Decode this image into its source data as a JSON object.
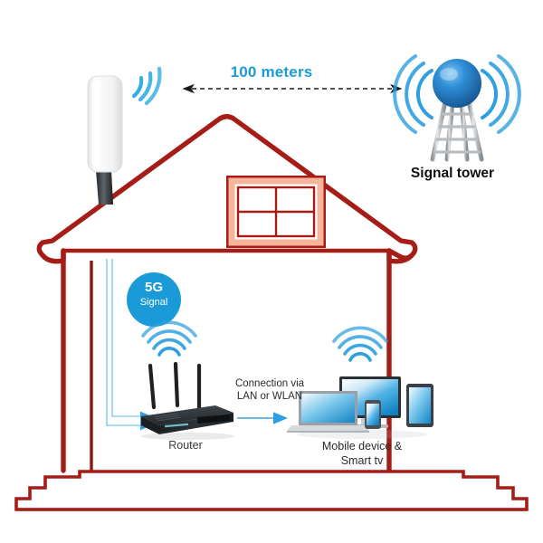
{
  "diagram": {
    "title": "5G CPE outdoor antenna to home network coverage diagram",
    "background": "#ffffff"
  },
  "labels": {
    "distance": "100 meters",
    "signal_tower": "Signal tower",
    "badge_main": "5G",
    "badge_sub": "Signal",
    "router": "Router",
    "connection": "Connection via\nLAN or WLAN",
    "devices": "Mobile device &\nSmart tv"
  },
  "colors": {
    "house_outline": "#a61c16",
    "house_outline_dark": "#8f1410",
    "window_frame": "#a61c16",
    "window_inner": "#f6b49a",
    "signal_blue": "#29abe2",
    "badge_blue": "#1a9bd7",
    "accent_text_blue": "#1b9bd8",
    "cable_blue": "#8ecdf0",
    "arrow_blue": "#2e9fe0",
    "tower_sphere": "#1f6fc4",
    "tower_metal": "#b9bdc0",
    "router_body": "#2b3136",
    "screen_blue": "#1f9ad6",
    "dash_arrow": "#1a1a1a",
    "label_dark": "#2b2b2b",
    "label_gray": "#3a3a3a"
  },
  "elements": {
    "cpe_antenna": {
      "name": "outdoor CPE antenna",
      "body_color": "#f4f5f6",
      "mount_color": "#3b3f43",
      "signal_arcs": 3
    },
    "signal_tower": {
      "name": "cellular signal tower",
      "sphere_color": "#1f6fc4",
      "arcs_per_side": 3
    },
    "badge_5g": {
      "shape": "circle",
      "fill": "#1a9bd7",
      "diameter": 60
    },
    "router": {
      "antennas": 3,
      "wifi_arcs": 4,
      "body_color": "#2b3136"
    },
    "devices": {
      "items": [
        "laptop",
        "monitor",
        "smartphone",
        "tablet"
      ],
      "wifi_arcs": 4,
      "screen_gradient": [
        "#ffffff",
        "#1f9ad6"
      ]
    },
    "distance_arrow": {
      "style": "dashed double-headed",
      "color": "#1a1a1a"
    },
    "cables": {
      "count": 2,
      "color": "#8ecdf0",
      "arrowhead_color": "#2e9fe0"
    }
  }
}
